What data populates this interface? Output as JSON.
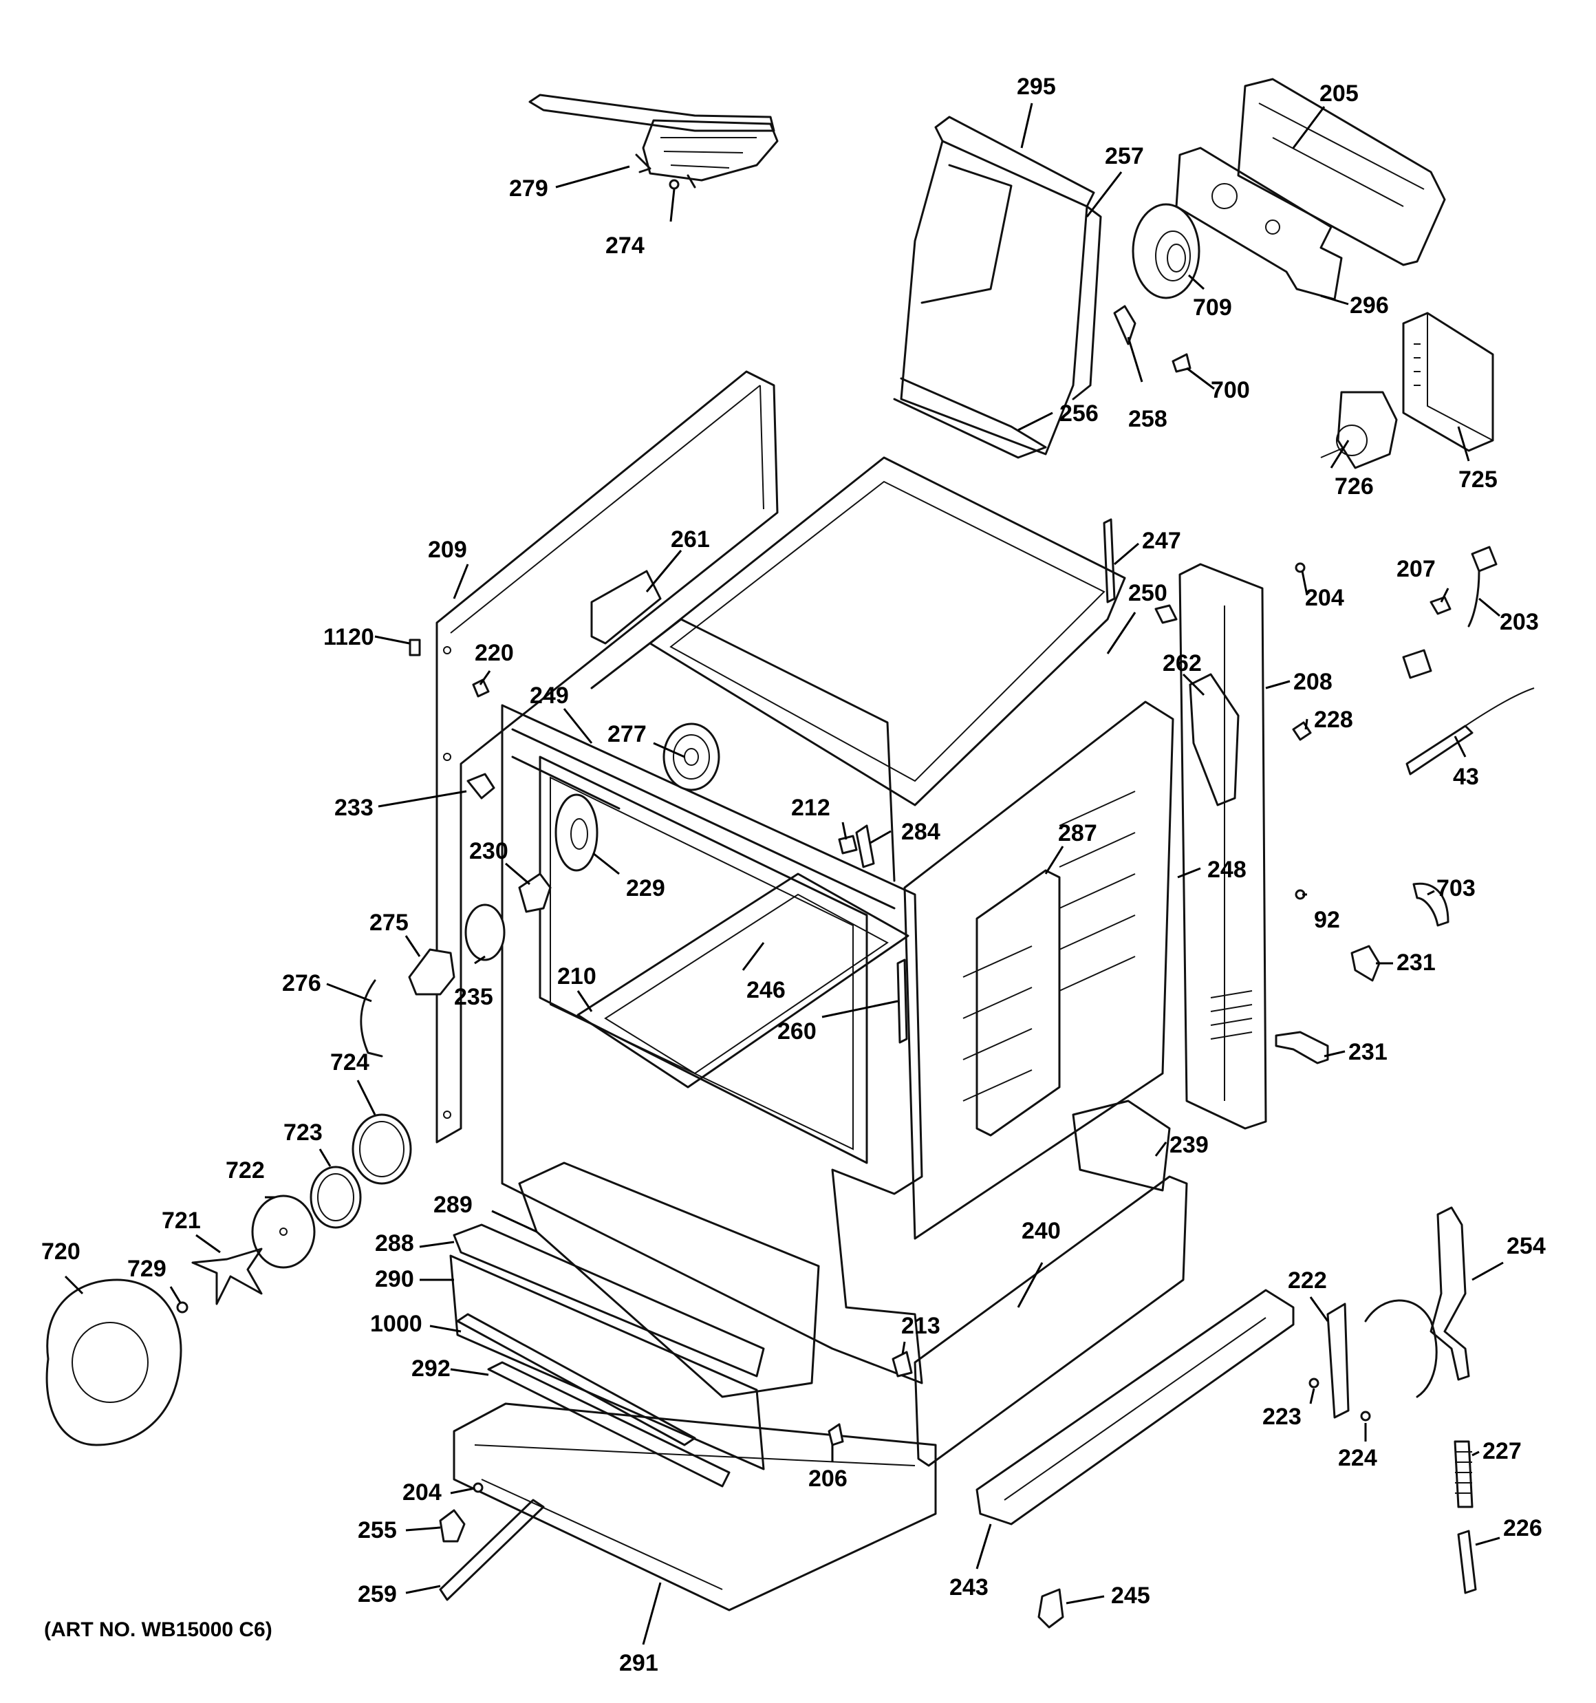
{
  "art_number": "(ART NO. WB15000 C6)",
  "labels": [
    {
      "id": "295",
      "text": "295"
    },
    {
      "id": "205",
      "text": "205"
    },
    {
      "id": "257",
      "text": "257"
    },
    {
      "id": "279",
      "text": "279"
    },
    {
      "id": "274",
      "text": "274"
    },
    {
      "id": "709",
      "text": "709"
    },
    {
      "id": "296",
      "text": "296"
    },
    {
      "id": "258",
      "text": "258"
    },
    {
      "id": "700",
      "text": "700"
    },
    {
      "id": "256",
      "text": "256"
    },
    {
      "id": "726",
      "text": "726"
    },
    {
      "id": "725",
      "text": "725"
    },
    {
      "id": "247",
      "text": "247"
    },
    {
      "id": "209",
      "text": "209"
    },
    {
      "id": "261",
      "text": "261"
    },
    {
      "id": "204a",
      "text": "204"
    },
    {
      "id": "207",
      "text": "207"
    },
    {
      "id": "203",
      "text": "203"
    },
    {
      "id": "250",
      "text": "250"
    },
    {
      "id": "1120",
      "text": "1120"
    },
    {
      "id": "220",
      "text": "220"
    },
    {
      "id": "262",
      "text": "262"
    },
    {
      "id": "208",
      "text": "208"
    },
    {
      "id": "249",
      "text": "249"
    },
    {
      "id": "228",
      "text": "228"
    },
    {
      "id": "277",
      "text": "277"
    },
    {
      "id": "43",
      "text": "43"
    },
    {
      "id": "233",
      "text": "233"
    },
    {
      "id": "212",
      "text": "212"
    },
    {
      "id": "284",
      "text": "284"
    },
    {
      "id": "287",
      "text": "287"
    },
    {
      "id": "230",
      "text": "230"
    },
    {
      "id": "248",
      "text": "248"
    },
    {
      "id": "229",
      "text": "229"
    },
    {
      "id": "703",
      "text": "703"
    },
    {
      "id": "92",
      "text": "92"
    },
    {
      "id": "275",
      "text": "275"
    },
    {
      "id": "231a",
      "text": "231"
    },
    {
      "id": "276",
      "text": "276"
    },
    {
      "id": "210",
      "text": "210"
    },
    {
      "id": "246",
      "text": "246"
    },
    {
      "id": "235",
      "text": "235"
    },
    {
      "id": "260",
      "text": "260"
    },
    {
      "id": "231b",
      "text": "231"
    },
    {
      "id": "724",
      "text": "724"
    },
    {
      "id": "723",
      "text": "723"
    },
    {
      "id": "239",
      "text": "239"
    },
    {
      "id": "722",
      "text": "722"
    },
    {
      "id": "289",
      "text": "289"
    },
    {
      "id": "240",
      "text": "240"
    },
    {
      "id": "288",
      "text": "288"
    },
    {
      "id": "254",
      "text": "254"
    },
    {
      "id": "721",
      "text": "721"
    },
    {
      "id": "720",
      "text": "720"
    },
    {
      "id": "729",
      "text": "729"
    },
    {
      "id": "290",
      "text": "290"
    },
    {
      "id": "222",
      "text": "222"
    },
    {
      "id": "1000",
      "text": "1000"
    },
    {
      "id": "213",
      "text": "213"
    },
    {
      "id": "292",
      "text": "292"
    },
    {
      "id": "223",
      "text": "223"
    },
    {
      "id": "227",
      "text": "227"
    },
    {
      "id": "206",
      "text": "206"
    },
    {
      "id": "224",
      "text": "224"
    },
    {
      "id": "204b",
      "text": "204"
    },
    {
      "id": "255",
      "text": "255"
    },
    {
      "id": "226",
      "text": "226"
    },
    {
      "id": "243",
      "text": "243"
    },
    {
      "id": "259",
      "text": "259"
    },
    {
      "id": "245",
      "text": "245"
    },
    {
      "id": "291",
      "text": "291"
    }
  ]
}
